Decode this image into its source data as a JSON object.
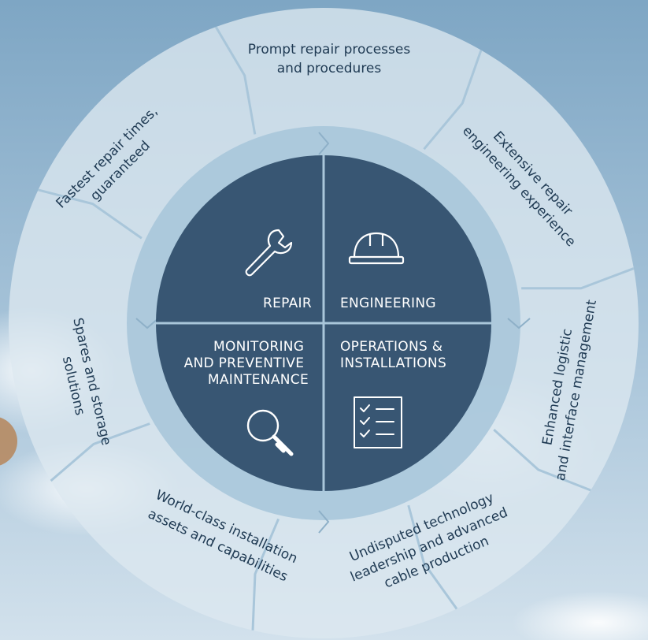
{
  "center": {
    "quadrants": [
      {
        "id": "repair",
        "lines": [
          "REPAIR"
        ],
        "icon": "wrench-icon"
      },
      {
        "id": "engineering",
        "lines": [
          "ENGINEERING"
        ],
        "icon": "hard-hat-icon"
      },
      {
        "id": "monitoring",
        "lines": [
          "MONITORING",
          "AND PREVENTIVE",
          "MAINTENANCE"
        ],
        "icon": "magnifier-icon"
      },
      {
        "id": "operations",
        "lines": [
          "OPERATIONS &",
          "INSTALLATIONS"
        ],
        "icon": "checklist-icon"
      }
    ]
  },
  "outer_segments": [
    {
      "id": "prompt-repair",
      "lines": [
        "Prompt repair processes",
        "and procedures"
      ]
    },
    {
      "id": "extensive-repair",
      "lines": [
        "Extensive repair",
        "engineering experience"
      ]
    },
    {
      "id": "enhanced-logistic",
      "lines": [
        "Enhanced logistic",
        "and interface management"
      ]
    },
    {
      "id": "undisputed-technology",
      "lines": [
        "Undisputed technology",
        "leadership and advanced",
        "cable production"
      ]
    },
    {
      "id": "world-class",
      "lines": [
        "World-class installation",
        "assets and capabilities"
      ]
    },
    {
      "id": "spares",
      "lines": [
        "Spares and storage",
        "solutions"
      ]
    },
    {
      "id": "fastest-repair",
      "lines": [
        "Fastest repair times,",
        "guaranteed"
      ]
    }
  ],
  "colors": {
    "sky_top": "#7ea6c4",
    "sky_bottom": "#c9dbe8",
    "outer_ring": "#dde8f0",
    "inner_ring": "#a9c6da",
    "core": "#2f4d6b",
    "core_text": "#ffffff",
    "segment_text": "#1f3a53"
  }
}
